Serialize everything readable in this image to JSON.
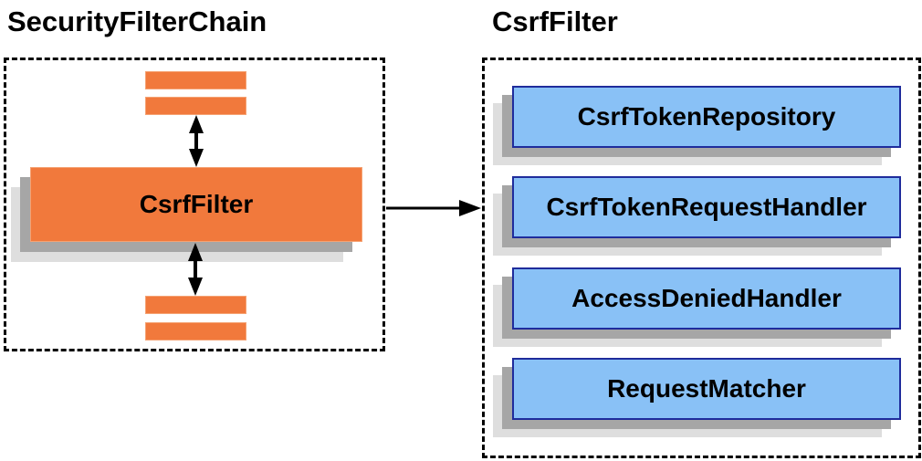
{
  "colors": {
    "orange": "#F1793C",
    "orange-border": "#F5A273",
    "blue": "#89C1F6",
    "blue-border": "#1F2C9C",
    "gray-mid": "#A6A6A6",
    "gray-light": "#DEDEDE",
    "ink": "#000000"
  },
  "left_panel": {
    "title": "SecurityFilterChain",
    "filter_box_label": "CsrfFilter"
  },
  "right_panel": {
    "title": "CsrfFilter",
    "components": [
      {
        "label": "CsrfTokenRepository"
      },
      {
        "label": "CsrfTokenRequestHandler"
      },
      {
        "label": "AccessDeniedHandler"
      },
      {
        "label": "RequestMatcher"
      }
    ]
  }
}
